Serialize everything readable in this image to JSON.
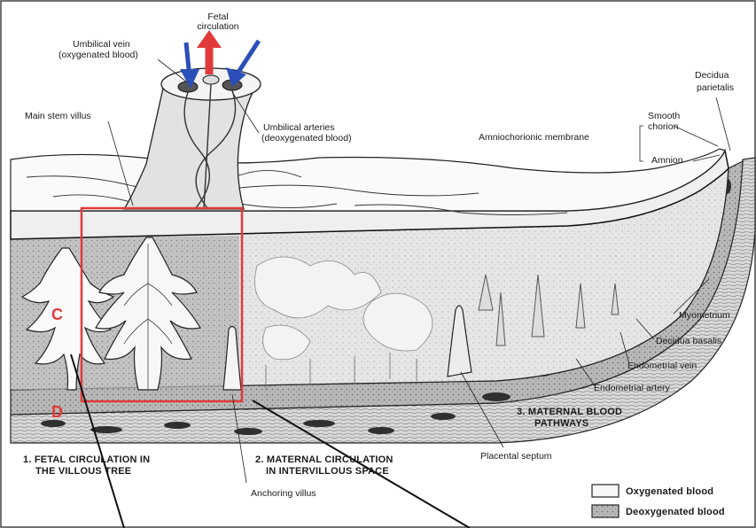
{
  "labels": {
    "fetal_circulation": "Fetal circulation",
    "umbilical_vein": "Umbilical vein",
    "umbilical_vein_note": "(oxygenated blood)",
    "main_stem_villus": "Main stem villus",
    "umbilical_arteries": "Umbilical arteries",
    "umbilical_arteries_note": "(deoxygenated blood)",
    "amniochorionic_membrane": "Amniochorionic membrane",
    "smooth_chorion_1": "Smooth",
    "smooth_chorion_2": "chorion",
    "amnion": "Amnion",
    "decidua_parietalis_1": "Decidua",
    "decidua_parietalis_2": "parietalis",
    "myometrium": "Myometrium",
    "decidua_basalis": "Decidua basalis",
    "endometrial_vein": "Endometrial vein",
    "endometrial_artery": "Endometrial artery",
    "maternal_pathways_1": "3. MATERNAL BLOOD",
    "maternal_pathways_2": "PATHWAYS",
    "placental_septum": "Placental septum",
    "fetal_villous_1": "1. FETAL CIRCULATION IN",
    "fetal_villous_2": "THE VILLOUS TREE",
    "maternal_intervillous_1": "2. MATERNAL CIRCULATION",
    "maternal_intervillous_2": "IN INTERVILLOUS SPACE",
    "anchoring_villus": "Anchoring villus"
  },
  "markers": {
    "c": "C",
    "d": "D"
  },
  "legend": {
    "oxygenated": "Oxygenated blood",
    "deoxygenated": "Deoxygenated blood"
  },
  "colors": {
    "highlight_box": "#e23a3a",
    "artery_arrow": "#e23a3a",
    "vein_arrow": "#2b4fb8"
  }
}
